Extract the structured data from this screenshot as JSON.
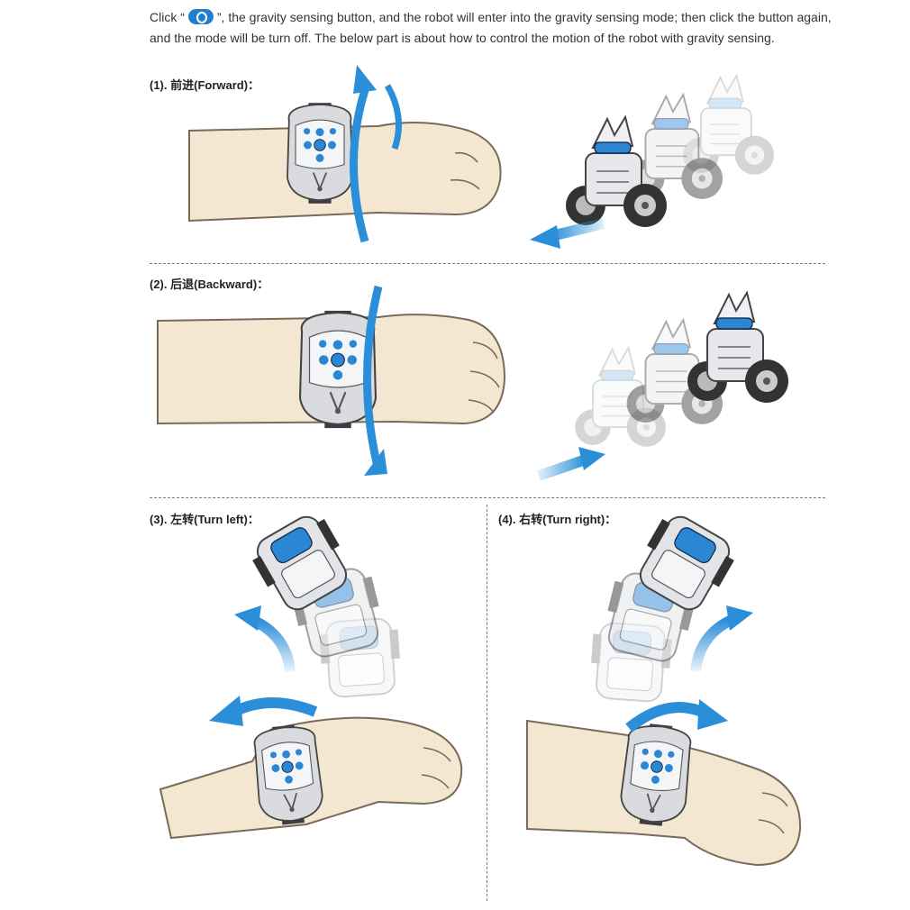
{
  "intro": {
    "before_icon": "Click “",
    "icon": "gravity-sensing-button-icon",
    "after_icon": "”, the gravity sensing button, and the robot will enter into the gravity sensing mode; then click the button again, and the mode will be turn off. The below part is about how to control the motion of the robot with gravity sensing."
  },
  "steps": {
    "forward": "(1). 前进(Forward)：",
    "backward": "(2). 后退(Backward)：",
    "left": "(3). 左转(Turn left)：",
    "right": "(4). 右转(Turn right)："
  },
  "colors": {
    "skin": "#f4e7d2",
    "skin_line": "#7a6a5a",
    "arrow_blue": "#2a8fd8",
    "watch_grey": "#d9dbde",
    "strap": "#3a3d42",
    "button_blue": "#2b86d4"
  }
}
